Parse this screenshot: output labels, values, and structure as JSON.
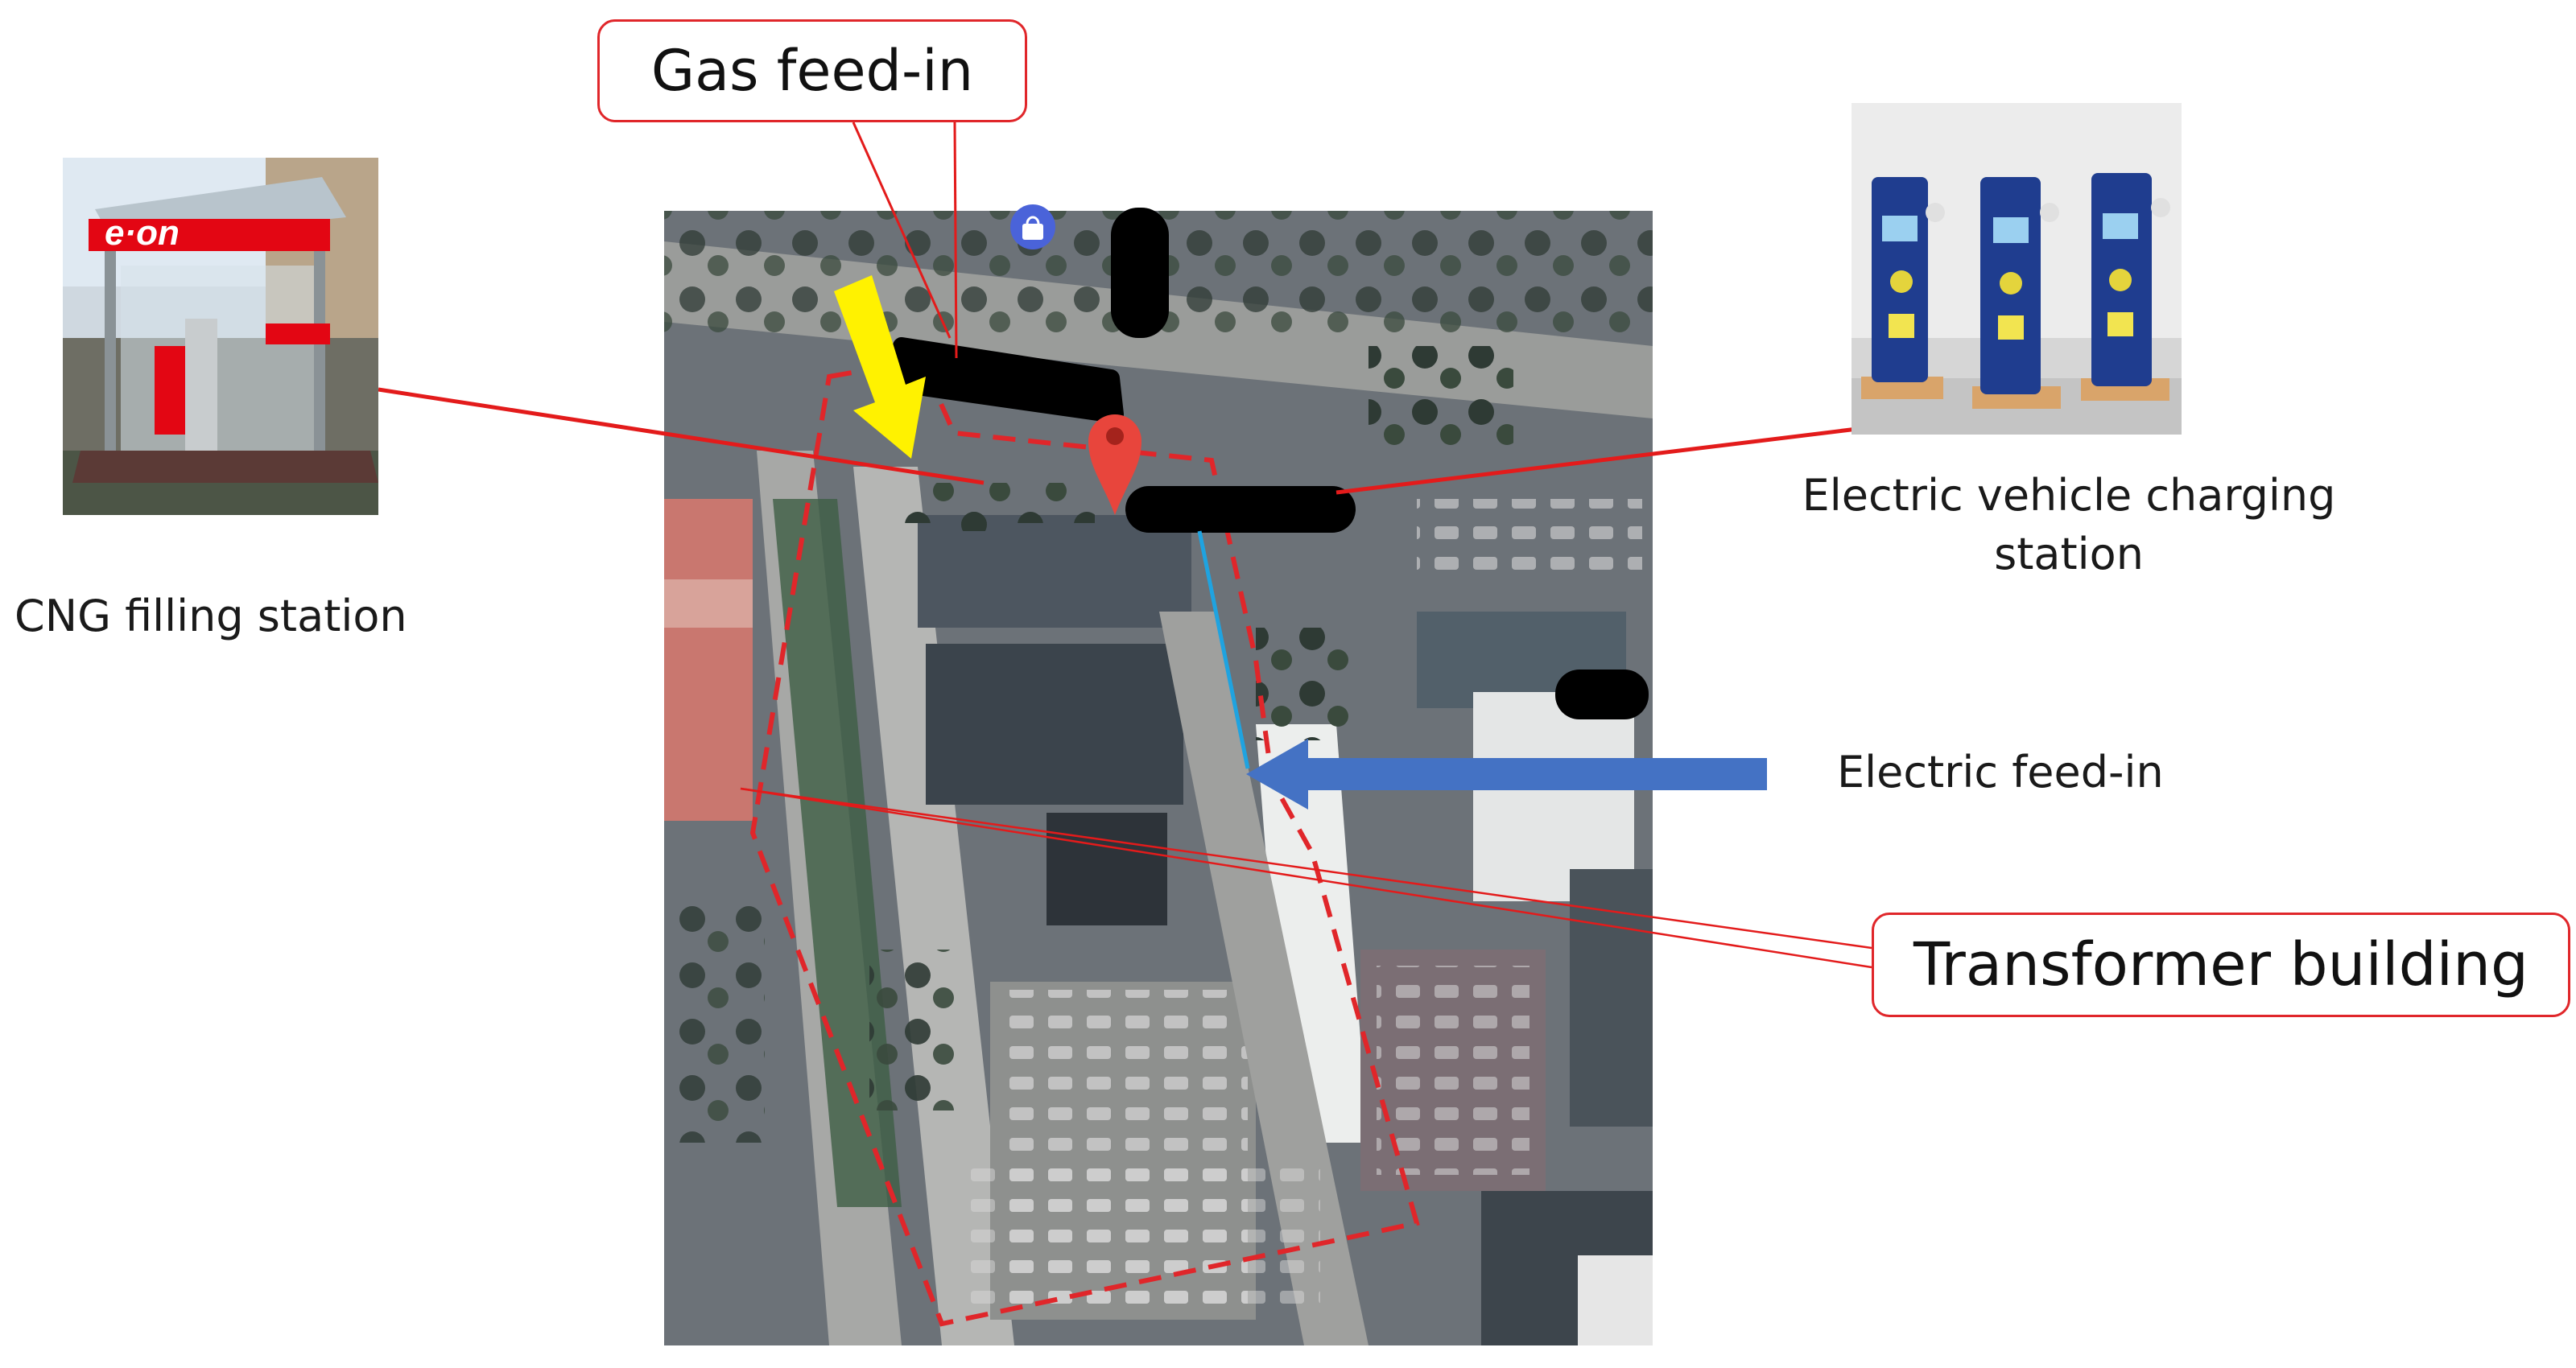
{
  "labels": {
    "gas_feed_in": "Gas feed-in",
    "cng_station": "CNG filling station",
    "ev_station_line1": "Electric vehicle charging",
    "ev_station_line2": "station",
    "electric_feed_in": "Electric feed-in",
    "transformer_building": "Transformer building",
    "eon_logo": "e·on"
  },
  "colors": {
    "callout_border": "#e0262a",
    "leader_line": "#e31b1b",
    "site_boundary": "#e0262a",
    "gas_arrow": "#fff200",
    "electric_arrow": "#4472c4",
    "feed_line": "#1fa3e0",
    "map_pin": "#e8453c",
    "redaction": "#000000"
  },
  "icons": {
    "gas_arrow": "yellow-arrow-icon",
    "electric_arrow": "blue-arrow-icon",
    "location_pin": "map-pin-icon",
    "map_poi": "shopping-bag-icon"
  }
}
